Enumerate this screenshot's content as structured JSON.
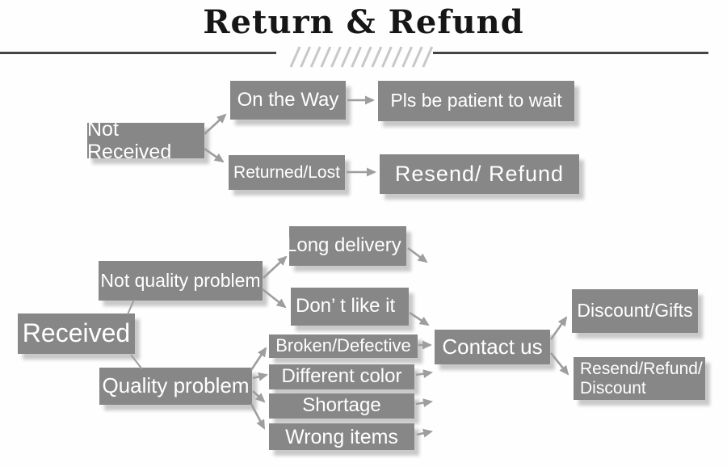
{
  "title": "Return & Refund",
  "colors": {
    "box": "#878787",
    "box_text": "#ffffff",
    "arrow": "#9e9e9e",
    "title_text": "#161616",
    "rule": "#454545",
    "hatch": "#c8c8c8",
    "background": "#fefefe",
    "shadow": "#c9c9c9"
  },
  "nodes": {
    "not_received": "Not Received",
    "on_the_way": "On the Way",
    "pls_wait": "Pls be patient to wait",
    "returned_lost": "Returned/Lost",
    "resend_refund": "Resend/ Refund",
    "received": "Received",
    "not_quality_problem": "Not quality problem",
    "long_delivery": "Long delivery",
    "dont_like_it": "Don’ t like it",
    "quality_problem": "Quality problem",
    "broken_defective": "Broken/Defective",
    "different_color": "Different color",
    "shortage": "Shortage",
    "wrong_items": "Wrong items",
    "contact_us": "Contact us",
    "discount_gifts": "Discount/Gifts",
    "resend_refund_discount": "Resend/Refund/ Discount"
  }
}
